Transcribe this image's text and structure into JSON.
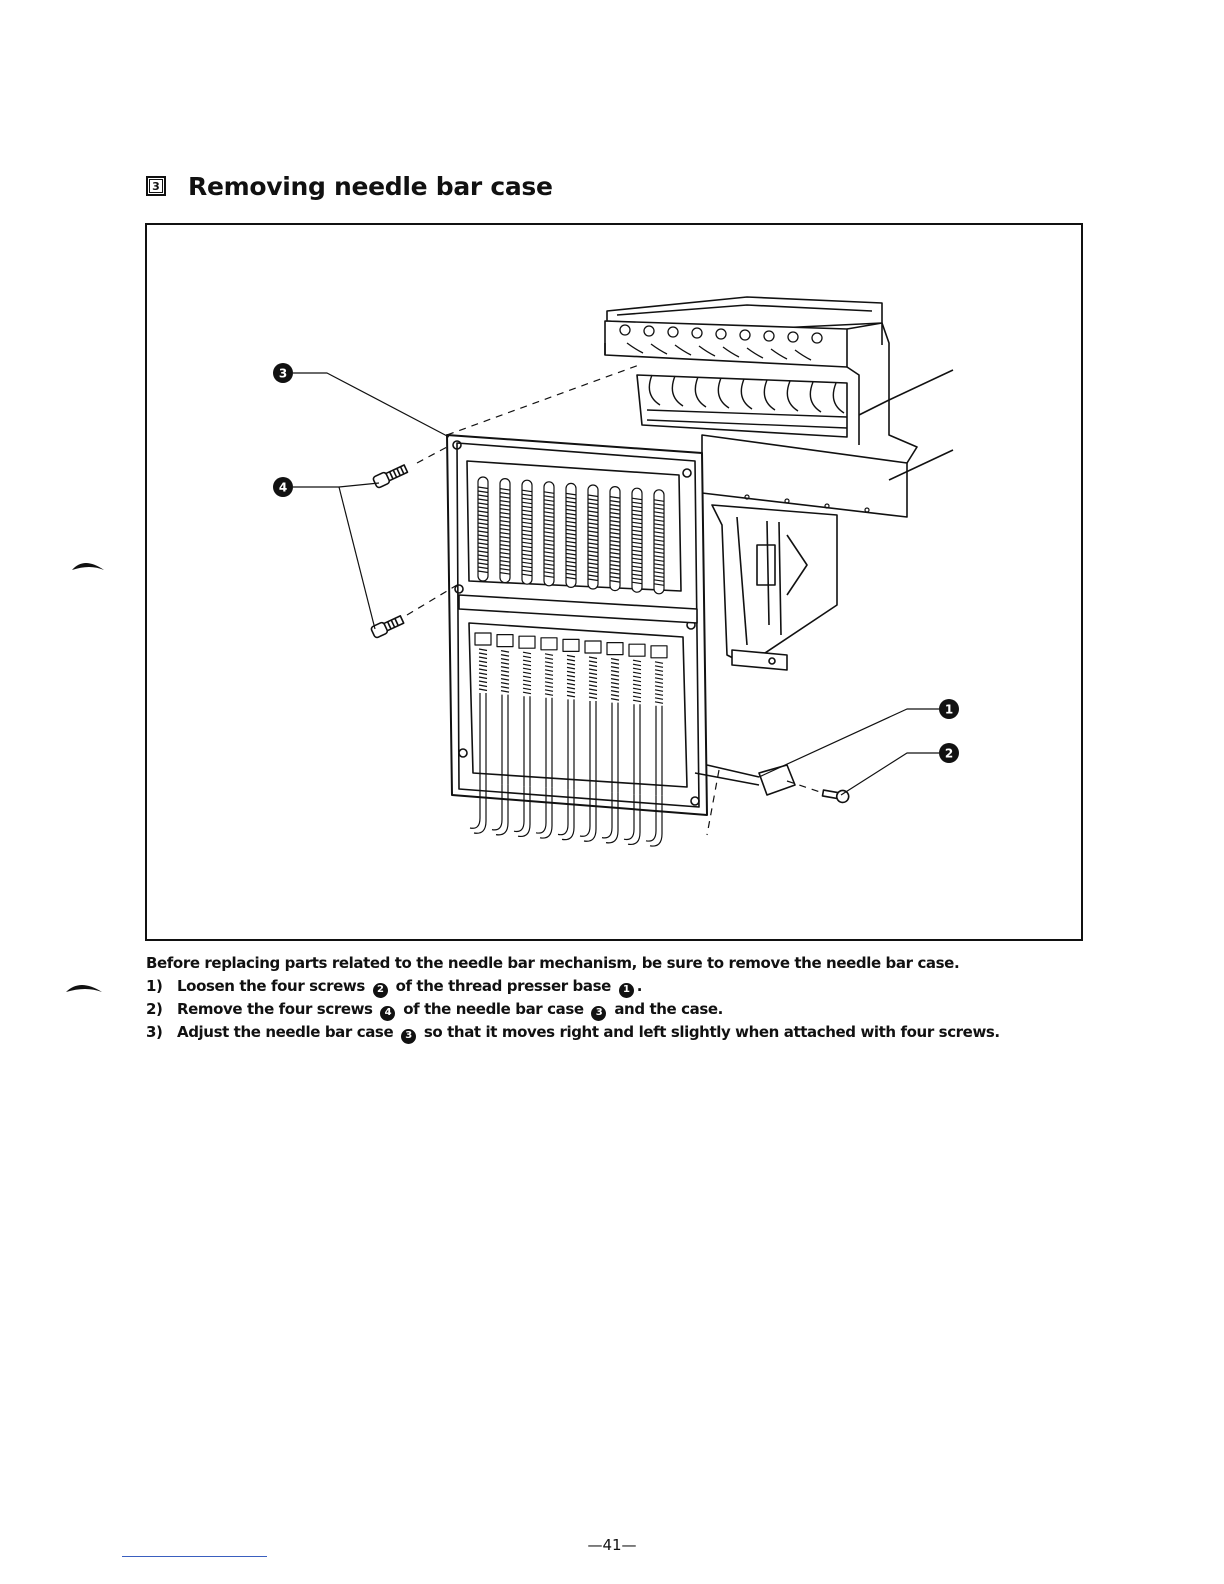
{
  "section": {
    "badge": "3",
    "title": "Removing needle bar case"
  },
  "figure": {
    "callouts": [
      {
        "label": "3",
        "name": "needle bar case"
      },
      {
        "label": "4",
        "name": "screws"
      },
      {
        "label": "1",
        "name": "thread presser base"
      },
      {
        "label": "2",
        "name": "screws"
      }
    ]
  },
  "instructions": {
    "intro": "Before replacing parts related to the needle bar mechanism, be sure to remove the needle bar case.",
    "steps": [
      {
        "num": "1)",
        "p1": "Loosen the four screws",
        "c1": "2",
        "p2": "of the thread presser base",
        "c2": "1",
        "p3": "."
      },
      {
        "num": "2)",
        "p1": "Remove the four screws",
        "c1": "4",
        "p2": "of the needle bar case",
        "c2": "3",
        "p3": "and the case."
      },
      {
        "num": "3)",
        "p1": "Adjust the needle bar case",
        "c1": "3",
        "p2": "so that it moves right and left slightly when attached with four screws.",
        "c2": "",
        "p3": ""
      }
    ]
  },
  "page_number": "—41—",
  "colors": {
    "ink": "#111111",
    "bottom_rule": "#3a5fbf"
  }
}
